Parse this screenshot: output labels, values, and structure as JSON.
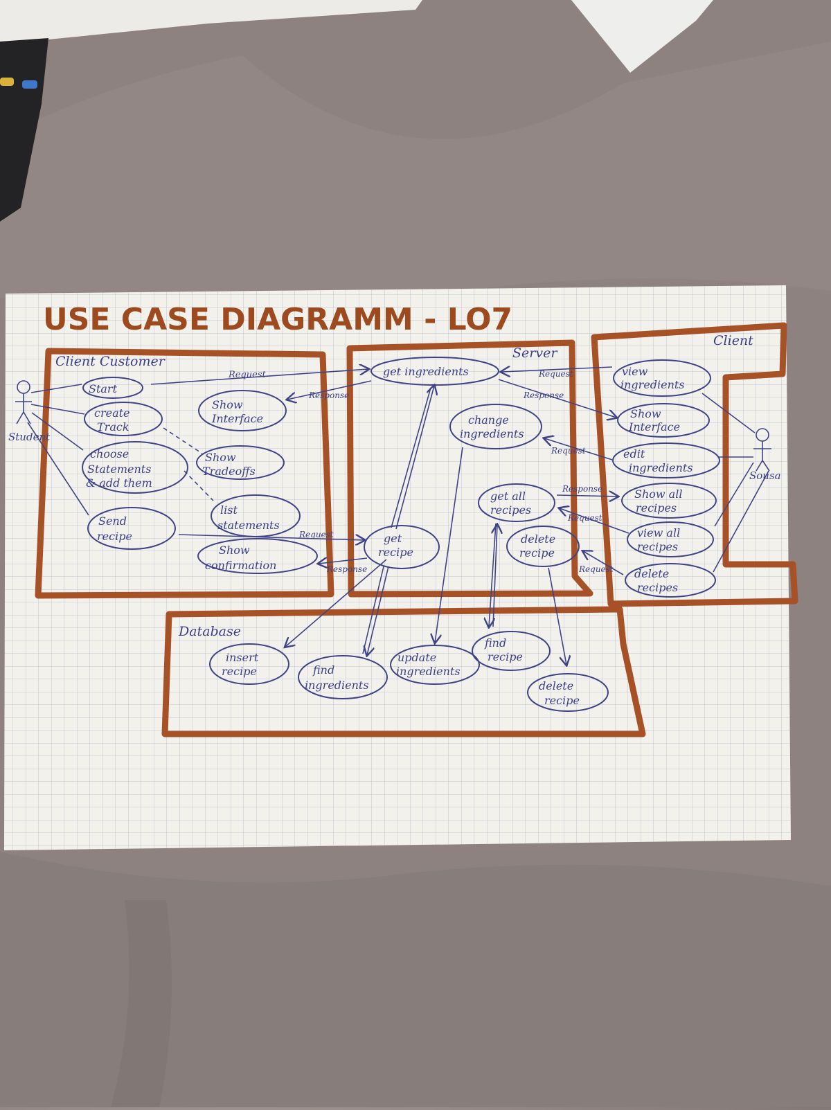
{
  "title": "USE CASE DIAGRAMM - LO7",
  "colors": {
    "frame": "#a65226",
    "ink": "#3f4386",
    "paper": "#f4f1ec",
    "grid": "#b9bfd0",
    "background": "#8e8380"
  },
  "boundaries": {
    "client_customer": "Client Customer",
    "server": "Server",
    "client": "Client",
    "database": "Database"
  },
  "actors": {
    "left": "Student",
    "right": "Sousa"
  },
  "use_cases": {
    "start": [
      "Start"
    ],
    "create_track": [
      "create",
      "Track"
    ],
    "choose_statements": [
      "choose",
      "Statements",
      "& add them"
    ],
    "send_recipe": [
      "Send",
      "recipe"
    ],
    "show_interface_left": [
      "Show",
      "Interface"
    ],
    "show_tradeoffs": [
      "Show",
      "Tradeoffs"
    ],
    "list_statements": [
      "list",
      "statements"
    ],
    "show_confirmation": [
      "Show",
      "confirmation"
    ],
    "get_ingredients": [
      "get ingredients"
    ],
    "change_ingredients": [
      "change",
      "ingredients"
    ],
    "get_all_recipes": [
      "get all",
      "recipes"
    ],
    "delete_recipe_server": [
      "delete",
      "recipe"
    ],
    "get_recipe": [
      "get",
      "recipe"
    ],
    "view_ingredients": [
      "view",
      "ingredients"
    ],
    "show_interface_right": [
      "Show",
      "Interface"
    ],
    "edit_ingredients": [
      "edit",
      "ingredients"
    ],
    "show_all_recipes": [
      "Show all",
      "recipes"
    ],
    "view_all_recipes": [
      "view all",
      "recipes"
    ],
    "delete_recipes": [
      "delete",
      "recipes"
    ],
    "insert_recipe": [
      "insert",
      "recipe"
    ],
    "find_ingredients": [
      "find",
      "ingredients"
    ],
    "update_ingredients": [
      "update",
      "ingredients"
    ],
    "find_recipe": [
      "find",
      "recipe"
    ],
    "delete_recipe_db": [
      "delete",
      "recipe"
    ]
  },
  "relations": {
    "request": "Request",
    "response": "Response"
  }
}
